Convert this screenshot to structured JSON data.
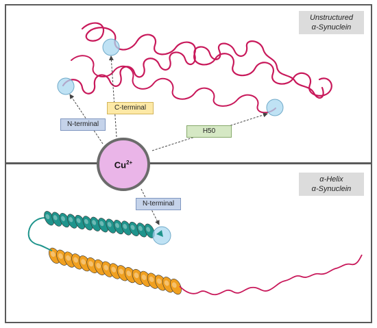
{
  "panels": {
    "top": {
      "title_line1": "Unstructured",
      "title_line2": "α-Synuclein"
    },
    "bottom": {
      "title_line1": "α-Helix",
      "title_line2": "α-Synuclein"
    }
  },
  "ion": {
    "symbol": "Cu",
    "charge": "2+"
  },
  "labels": {
    "n_terminal_top": "N-terminal",
    "c_terminal": "C-terminal",
    "h50": "H50",
    "n_terminal_bottom": "N-terminal"
  },
  "colors": {
    "coil": "#c8185a",
    "ion_fill": "#eab5e8",
    "ion_stroke": "#6b6b6b",
    "helix_teal": "#1f948c",
    "helix_orange": "#f0a020",
    "site_fill": "#a9d8f0"
  }
}
